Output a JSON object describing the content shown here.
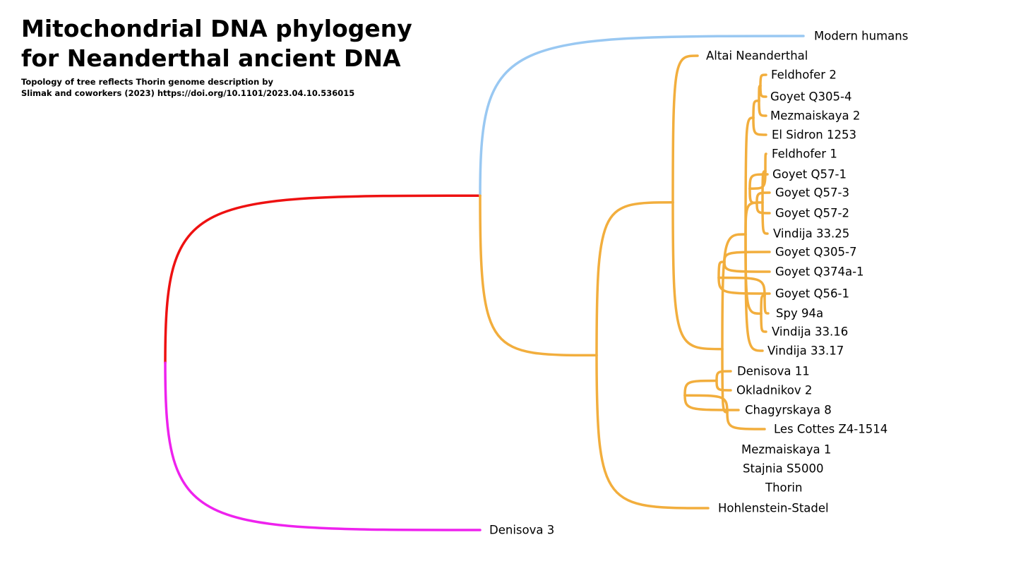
{
  "title": [
    "Mitochondrial DNA phylogeny",
    "for Neanderthal ancient DNA"
  ],
  "subtitle": [
    "Topology of tree reflects Thorin genome description by",
    "Slimak and coworkers (2023) https://doi.org/10.1101/2023.04.10.536015"
  ],
  "colors": {
    "root_upper": "#ee1111",
    "root_lower": "#ee22ee",
    "modern_human_branch": "#99c8f2",
    "neanderthal_branch": "#f2ae3d"
  },
  "tree": {
    "name": "",
    "children": [
      {
        "name": "",
        "color": "root_upper",
        "children": [
          {
            "name": "Modern humans",
            "color": "modern_human_branch"
          },
          {
            "name": "",
            "color": "neanderthal_branch",
            "children": [
              {
                "name": "",
                "children": [
                  {
                    "name": "Altai Neanderthal"
                  },
                  {
                    "name": "",
                    "children": [
                      {
                        "name": "",
                        "children": [
                          {
                            "name": "",
                            "children": [
                              {
                                "name": "",
                                "children": [
                                  {
                                    "name": "",
                                    "children": [
                                      {
                                        "name": "Feldhofer 2"
                                      },
                                      {
                                        "name": "Goyet Q305-4"
                                      }
                                    ]
                                  },
                                  {
                                    "name": "Mezmaiskaya 2"
                                  }
                                ]
                              },
                              {
                                "name": "El Sidron 1253"
                              }
                            ]
                          },
                          {
                            "name": "",
                            "children": [
                              {
                                "name": "",
                                "children": [
                                  {
                                    "name": "Feldhofer 1"
                                  },
                                  {
                                    "name": "",
                                    "children": [
                                      {
                                        "name": "Goyet Q57-1"
                                      },
                                      {
                                        "name": "",
                                        "children": [
                                          {
                                            "name": "Goyet Q57-3"
                                          },
                                          {
                                            "name": "Goyet Q57-2"
                                          }
                                        ]
                                      }
                                    ]
                                  }
                                ]
                              },
                              {
                                "name": "Vindija 33.25"
                              }
                            ]
                          },
                          {
                            "name": "",
                            "children": [
                              {
                                "name": "",
                                "children": [
                                  {
                                    "name": "",
                                    "children": [
                                      {
                                        "name": "",
                                        "children": [
                                          {
                                            "name": "Goyet Q305-7"
                                          },
                                          {
                                            "name": "Goyet Q374a-1"
                                          }
                                        ]
                                      },
                                      {
                                        "name": "Goyet Q56-1"
                                      }
                                    ]
                                  },
                                  {
                                    "name": "Spy 94a"
                                  }
                                ]
                              },
                              {
                                "name": "Vindija 33.16"
                              }
                            ]
                          },
                          {
                            "name": "Vindija 33.17"
                          }
                        ]
                      },
                      {
                        "name": "",
                        "children": [
                          {
                            "name": "",
                            "children": [
                              {
                                "name": "",
                                "children": [
                                  {
                                    "name": "Denisova 11"
                                  },
                                  {
                                    "name": "Okladnikov 2"
                                  }
                                ]
                              },
                              {
                                "name": "Chagyrskaya 8"
                              }
                            ]
                          },
                          {
                            "name": "Les Cottes Z4-1514"
                          }
                        ]
                      },
                      {
                        "name": "",
                        "children": [
                          {
                            "name": "Mezmaiskaya 1"
                          },
                          {
                            "name": "",
                            "children": [
                              {
                                "name": "Stajnia S5000"
                              },
                              {
                                "name": "Thorin"
                              }
                            ]
                          }
                        ]
                      }
                    ]
                  }
                ]
              },
              {
                "name": "Hohlenstein-Stadel"
              }
            ]
          }
        ]
      },
      {
        "name": "Denisova 3",
        "color": "root_lower"
      }
    ]
  }
}
